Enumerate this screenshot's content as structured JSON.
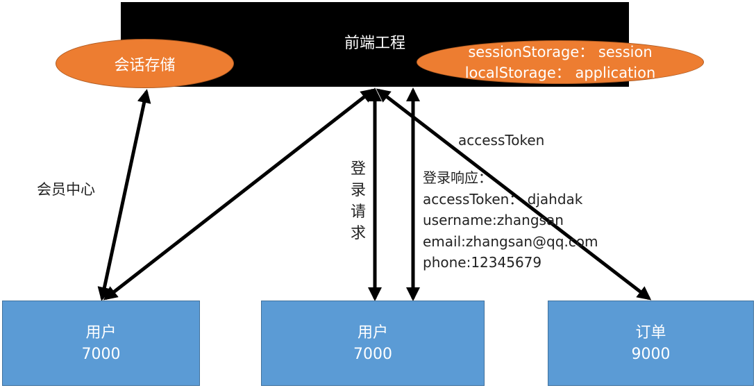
{
  "frontend": {
    "title": "前端工程"
  },
  "session_store": {
    "label": "会话存储"
  },
  "storage_note": {
    "line1": "sessionStorage： session",
    "line2": "localStorage： application"
  },
  "services": [
    {
      "name": "用户",
      "port": "7000"
    },
    {
      "name": "用户",
      "port": "7000"
    },
    {
      "name": "订单",
      "port": "9000"
    }
  ],
  "labels": {
    "member_center": "会员中心",
    "login_request": "登录请求",
    "access_token": "accessToken"
  },
  "login_response": {
    "title": "登录响应：",
    "access_token": "accessToken： djahdak",
    "username": "username:zhangsan",
    "email": "email:zhangsan@qq.com",
    "phone": "phone:12345679"
  },
  "colors": {
    "frontend_fill": "#000000",
    "ellipse_fill": "#ed7d31",
    "box_fill": "#5b9bd5",
    "arrow": "#000000"
  }
}
